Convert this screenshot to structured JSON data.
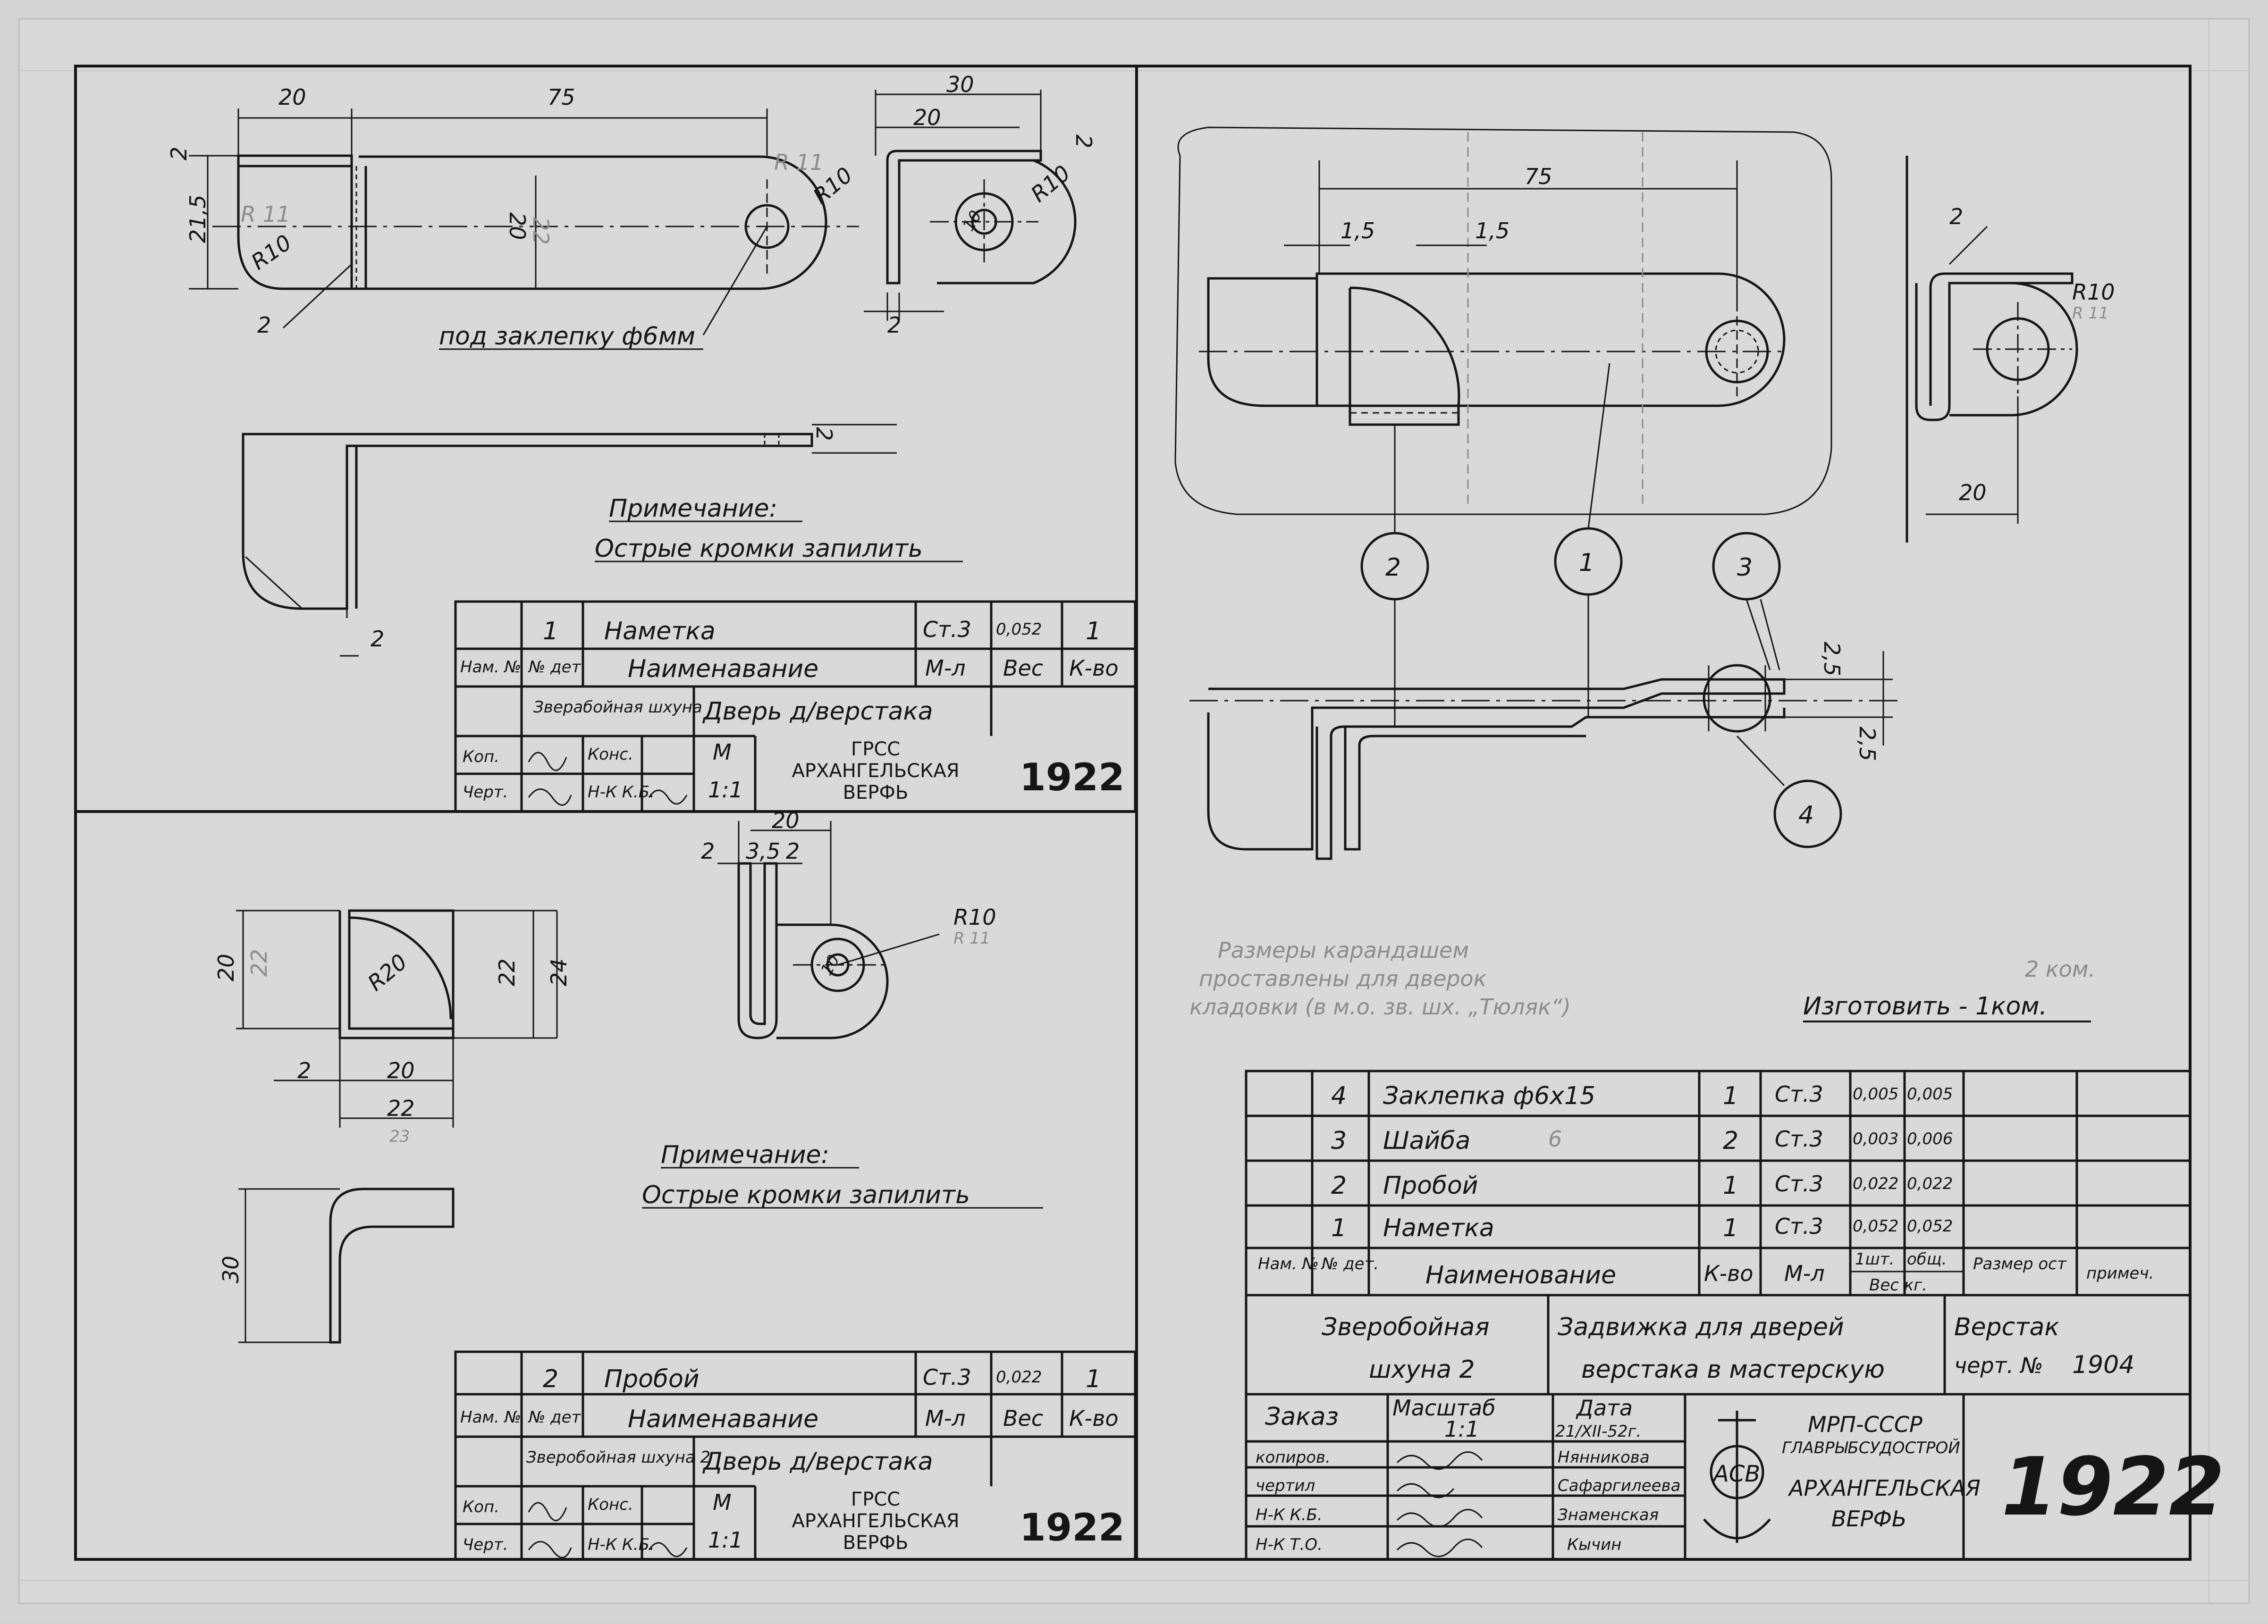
{
  "sheet_number": "1922",
  "top_left": {
    "dims": {
      "d20": "20",
      "d75": "75",
      "d2a": "2",
      "d21_5": "21,5",
      "d20b": "20",
      "r10a": "R10",
      "r10b": "R10",
      "d2b": "2",
      "d2c": "2",
      "d2d": "2"
    },
    "pencil": {
      "r11a": "R 11",
      "r11b": "R 11",
      "d22": "22"
    },
    "leader_note": "под заклепку ф6мм",
    "note_title": "Примечание:",
    "note_text": "Острые кромки запилить",
    "right_view": {
      "d30": "30",
      "d20": "20",
      "d2": "2",
      "r10": "R10",
      "d10": "10",
      "d2b": "2"
    },
    "title_block": {
      "row_num": "1",
      "row_name": "Наметка",
      "row_mat": "Ст.3",
      "row_w": "0,052",
      "row_qty": "1",
      "h_nom": "Нам. №",
      "h_det": "№ дет.",
      "h_name": "Наименавание",
      "h_mat": "М-л",
      "h_w": "Вес",
      "h_qty": "К-во",
      "vessel": "Зверабойная шхуна",
      "product": "Дверь д/верстака",
      "kop": "Коп.",
      "cherch": "Черт.",
      "kons": "Конс.",
      "nk": "Н-К К.Б.",
      "scale_m": "М",
      "scale": "1:1",
      "org": "ГРСС АРХАНГЕЛЬСКАЯ ВЕРФЬ",
      "number": "1922"
    }
  },
  "bottom_left": {
    "dims": {
      "d20": "20",
      "d22": "22",
      "d24": "24",
      "r20": "R20",
      "d2": "2",
      "d20b": "20",
      "d22b": "22",
      "d30": "30",
      "top20": "20",
      "d2a": "2",
      "d35": "3,5",
      "d2c": "2",
      "r10": "R10",
      "d10": "10"
    },
    "pencil": {
      "p22": "22",
      "p23": "23",
      "r11": "R 11"
    },
    "note_title": "Примечание:",
    "note_text": "Острые кромки запилить",
    "title_block": {
      "row_num": "2",
      "row_name": "Пробой",
      "row_mat": "Ст.3",
      "row_w": "0,022",
      "row_qty": "1",
      "h_nom": "Нам. №",
      "h_det": "№ дет.",
      "h_name": "Наименавание",
      "h_mat": "М-л",
      "h_w": "Вес",
      "h_qty": "К-во",
      "vessel": "Зверобойная шхуна 2",
      "product": "Дверь д/верстака",
      "kop": "Коп.",
      "cherch": "Черт.",
      "kons": "Конс.",
      "nk": "Н-К К.Б.",
      "scale_m": "М",
      "scale": "1:1",
      "org": "ГРСС АРХАНГЕЛЬСКАЯ ВЕРФЬ",
      "number": "1922"
    }
  },
  "right": {
    "dims": {
      "d75": "75",
      "d1_5a": "1,5",
      "d1_5b": "1,5",
      "d2": "2",
      "r10": "R10",
      "r11": "R 11",
      "d20": "20",
      "d25a": "2,5",
      "d25b": "2,5"
    },
    "balloons": [
      "1",
      "2",
      "3",
      "4"
    ],
    "pencil_note": [
      "Размеры карандашем",
      "проставлены для дверок",
      "кладовки (в м.о. зв. шх. „Тюляк“)"
    ],
    "pencil_qty": "2 ком.",
    "make": "Изготовить - 1ком.",
    "bom": [
      {
        "n": "4",
        "name": "Заклепка ф6х15",
        "qty": "1",
        "mat": "Ст.3",
        "w1": "0,005",
        "w2": "0,005"
      },
      {
        "n": "3",
        "name": "Шайба",
        "qty": "2",
        "mat": "Ст.3",
        "w1": "0,003",
        "w2": "0,006"
      },
      {
        "n": "2",
        "name": "Пробой",
        "qty": "1",
        "mat": "Ст.3",
        "w1": "0,022",
        "w2": "0,022"
      },
      {
        "n": "1",
        "name": "Наметка",
        "qty": "1",
        "mat": "Ст.3",
        "w1": "0,052",
        "w2": "0,052"
      }
    ],
    "bom_pencil_six": "6",
    "header": {
      "nom": "Нам. №",
      "det": "№ дет.",
      "name": "Наименование",
      "qty": "К-во",
      "mat": "М-л",
      "w1": "1шт.",
      "w2": "общ.",
      "wunit": "Вес кг.",
      "size": "Размер ост",
      "note": "примеч."
    },
    "vessel_l1": "Зверобойная",
    "vessel_l2": "шхуна 2",
    "title_l1": "Задвижка для дверей",
    "title_l2": "верстака в мастерскую",
    "ref_l1": "Верстак",
    "ref_l2": "черт. №",
    "ref_no": "1904",
    "zakaz": "Заказ",
    "masshtab": "Масштаб",
    "scale": "1:1",
    "data_label": "Дата",
    "date": "21/XII-52г.",
    "roles": [
      "копиров.",
      "чертил",
      "Н-К К.Б.",
      "Н-К Т.О."
    ],
    "names": [
      "Нянникова",
      "Сафаргилеева",
      "Знаменская",
      "Кычин"
    ],
    "logo_letters": "АСВ",
    "org": [
      "МРП-СССР",
      "ГЛАВРЫБСУДОСТРОЙ",
      "АРХАНГЕЛЬСКАЯ",
      "ВЕРФЬ"
    ],
    "number": "1922"
  }
}
